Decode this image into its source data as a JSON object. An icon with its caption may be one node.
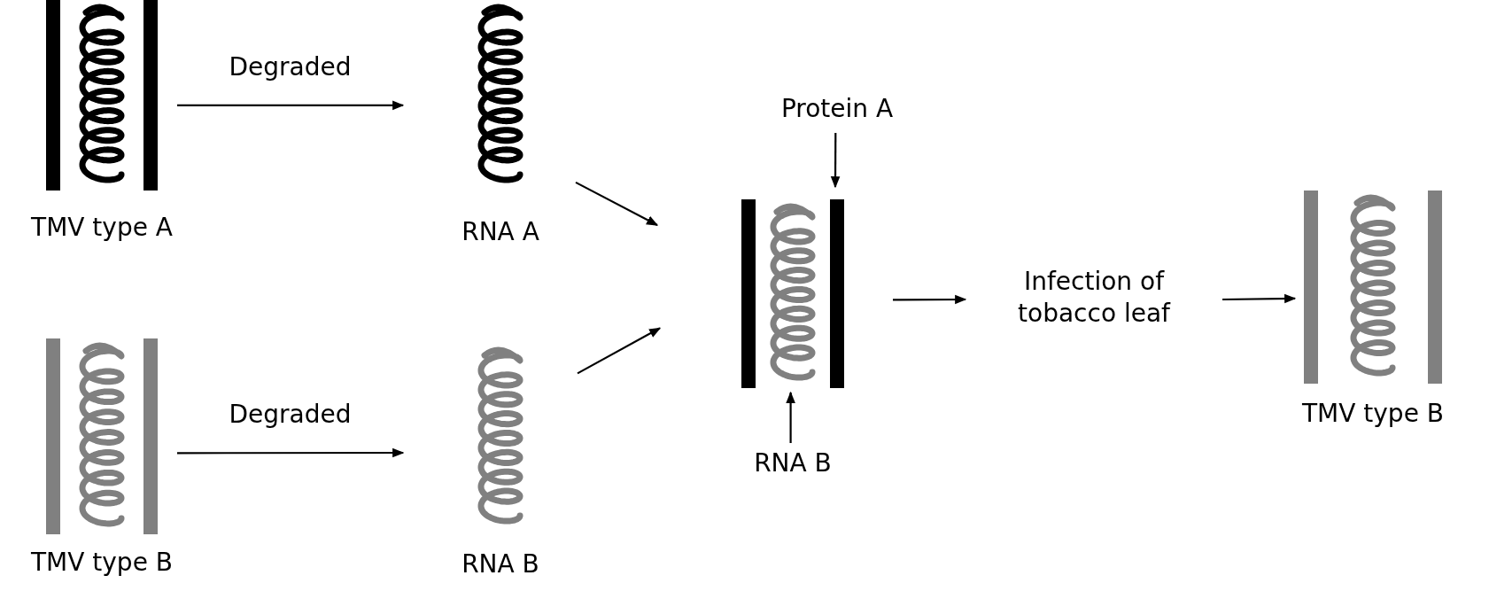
{
  "diagram": {
    "nodes": [
      {
        "text": [
          "TMV type A"
        ]
      },
      {
        "text": [
          "RNA A"
        ]
      },
      {
        "text": [
          "TMV type B"
        ]
      },
      {
        "text": [
          "RNA B"
        ]
      },
      {
        "text": [],
        "shape": "picture"
      },
      {
        "text": [
          "Protein A"
        ]
      },
      {
        "text": [
          "RNA B"
        ]
      },
      {
        "text": [
          "Infection of tobacco leaf"
        ]
      },
      {
        "text": [
          "TMV type B"
        ]
      }
    ],
    "edges": [
      {
        "from": 0,
        "to": 1,
        "arrow": "to",
        "label": "Degraded"
      },
      {
        "from": 2,
        "to": 3,
        "arrow": "to",
        "label": "Degraded"
      },
      {
        "from": 1,
        "to": 4,
        "arrow": "to"
      },
      {
        "from": 3,
        "to": 4,
        "arrow": "to"
      },
      {
        "from": 5,
        "to": 4,
        "arrow": "to"
      },
      {
        "from": 6,
        "to": 4,
        "arrow": "to"
      },
      {
        "from": 4,
        "to": 7,
        "arrow": "to"
      },
      {
        "from": 7,
        "to": 8,
        "arrow": "to"
      }
    ]
  }
}
